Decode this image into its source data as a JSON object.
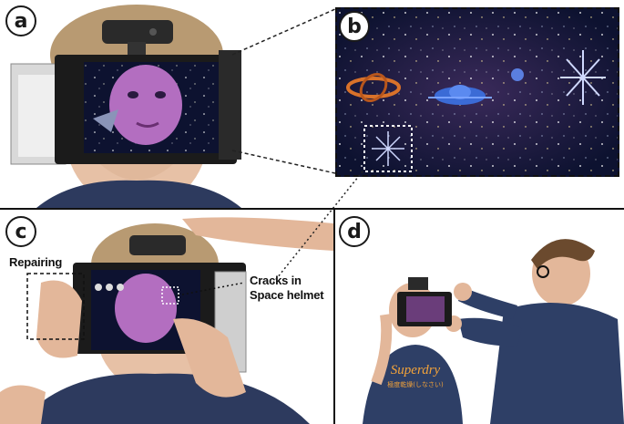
{
  "panels": {
    "a": {
      "label": "a"
    },
    "b": {
      "label": "b"
    },
    "c": {
      "label": "c",
      "annotation_left": "Repairing",
      "annotation_right_line1": "Cracks in",
      "annotation_right_line2": "Space helmet"
    },
    "d": {
      "label": "d"
    }
  },
  "shirt_text": {
    "line1": "Superdry",
    "line2": "極度乾燥(しなさい)"
  },
  "colors": {
    "divider": "#111111",
    "space_bg": "#0d1230",
    "headset_frame": "#1b1b1b",
    "face": "#b36ec0",
    "shirt": "#2e3f66"
  }
}
